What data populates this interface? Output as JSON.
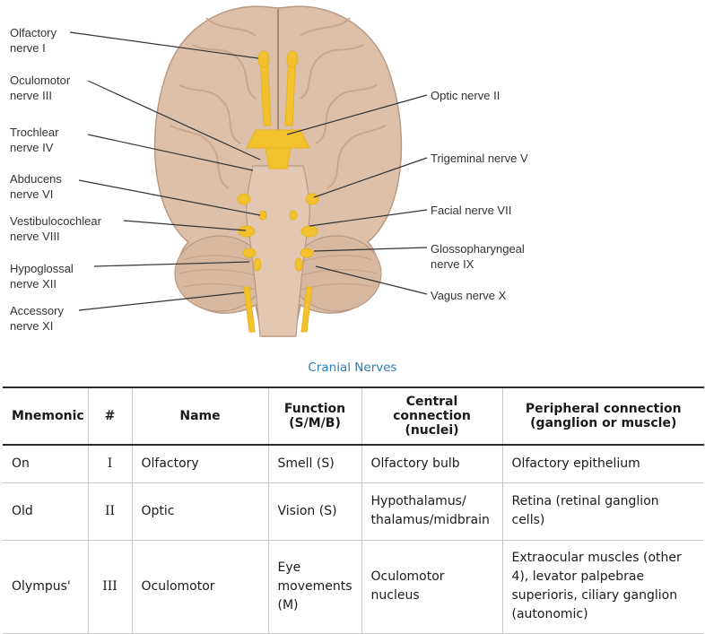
{
  "figure": {
    "caption": "Cranial Nerves",
    "labels_left": [
      {
        "line1": "Olfactory",
        "line2": "nerve I"
      },
      {
        "line1": "Oculomotor",
        "line2": "nerve III"
      },
      {
        "line1": "Trochlear",
        "line2": "nerve IV"
      },
      {
        "line1": "Abducens",
        "line2": "nerve VI"
      },
      {
        "line1": "Vestibulocochlear",
        "line2": "nerve VIII"
      },
      {
        "line1": "Hypoglossal",
        "line2": "nerve XII"
      },
      {
        "line1": "Accessory",
        "line2": "nerve XI"
      }
    ],
    "labels_right": [
      {
        "line1": "Optic nerve II",
        "line2": ""
      },
      {
        "line1": "Trigeminal nerve V",
        "line2": ""
      },
      {
        "line1": "Facial nerve VII",
        "line2": ""
      },
      {
        "line1": "Glossopharyngeal",
        "line2": "nerve IX"
      },
      {
        "line1": "Vagus nerve X",
        "line2": ""
      }
    ],
    "colors": {
      "brain": "#dcc0aa",
      "brain_shadow": "#b89a84",
      "nerve": "#f2c12e",
      "leader": "#333333"
    }
  },
  "table": {
    "headers": {
      "mnemonic": "Mnemonic",
      "number": "#",
      "name": "Name",
      "function_l1": "Function",
      "function_l2": "(S/M/B)",
      "central_l1": "Central connection",
      "central_l2": "(nuclei)",
      "peripheral_l1": "Peripheral connection",
      "peripheral_l2": "(ganglion or muscle)"
    },
    "rows": [
      {
        "mnemonic": "On",
        "number": "I",
        "name": "Olfactory",
        "function": "Smell (S)",
        "central": "Olfactory bulb",
        "peripheral": "Olfactory epithelium"
      },
      {
        "mnemonic": "Old",
        "number": "II",
        "name": "Optic",
        "function": "Vision (S)",
        "central": "Hypothalamus/ thalamus/midbrain",
        "peripheral": "Retina (retinal ganglion cells)"
      },
      {
        "mnemonic": "Olympus'",
        "number": "III",
        "name": "Oculomotor",
        "function": "Eye movements (M)",
        "central": "Oculomotor nucleus",
        "peripheral": "Extraocular muscles (other 4), levator palpebrae superioris, ciliary ganglion (autonomic)"
      }
    ]
  }
}
